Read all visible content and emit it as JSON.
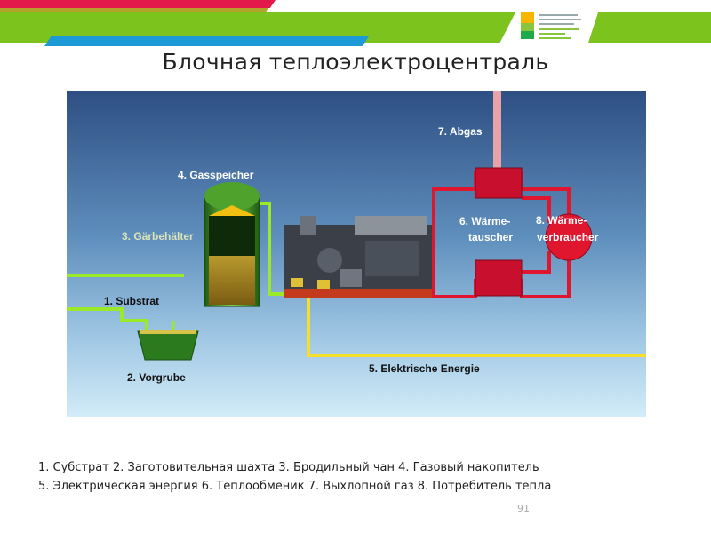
{
  "slide": {
    "title": "Блочная теплоэлектроцентраль",
    "page_number": "91",
    "colors": {
      "green_accent": "#7dc31e",
      "red_stripe": "#e3194b",
      "blue_stripe": "#1b9ad6"
    }
  },
  "logo": {
    "icon": "university-logo-icon"
  },
  "diagram": {
    "labels": {
      "substrat": "1. Substrat",
      "vorgrube": "2. Vorgrube",
      "garbehalter": "3. Gärbehälter",
      "gasspeicher": "4. Gasspeicher",
      "energie": "5. Elektrische Energie",
      "waerme_line1": "6. Wärme-",
      "waerme_line2": "tauscher",
      "abgas": "7. Abgas",
      "verbraucher_line1": "8. Wärme-",
      "verbraucher_line2": "verbraucher"
    }
  },
  "caption": {
    "line1": "1. Субстрат  2. Заготовительная шахта  3. Бродильный чан  4. Газовый накопитель",
    "line2": "5. Электрическая энергия  6. Теплообменик  7. Выхлопной газ  8. Потребитель тепла"
  }
}
